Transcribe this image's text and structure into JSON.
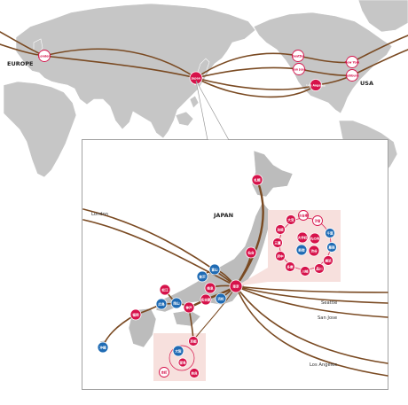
{
  "regions": {
    "europe": "EUROPE",
    "usa": "USA",
    "japan": "JAPAN"
  },
  "world_nodes": {
    "london": "London",
    "japan": "Japan",
    "seattle": "Seattle",
    "sanjose": "San Jose",
    "losangeles": "Los Angeles",
    "newyork": "New York",
    "ashburn": "Ashburn"
  },
  "inset_labels": {
    "london": "London",
    "seattle": "Seattle",
    "sanjose": "San Jose",
    "losangeles": "Los Angeles"
  },
  "japan_nodes": {
    "sapporo": "札幌",
    "sendai": "仙台",
    "toyama": "富山",
    "kanazawa": "金沢",
    "gifu": "岐阜",
    "nagoya": "名古屋",
    "hamamatsu": "浜松",
    "tokyo": "東京",
    "matsue": "松江",
    "hiroshima": "広島",
    "okayama": "岡山",
    "kobe": "神戸",
    "fukuoka": "福岡",
    "okinawa": "沖縄"
  },
  "kanto_box": {
    "a": "大宮",
    "b": "お台場",
    "c": "汐留",
    "d": "池袋",
    "e": "千葉",
    "f": "三鷹",
    "g": "幕張",
    "h": "府中",
    "i": "横浜",
    "j": "多摩",
    "k": "川崎",
    "l": "品川",
    "m": "大手町",
    "n": "丸の内",
    "o": "新宿",
    "p": "渋谷"
  },
  "kansai_box": {
    "kyoto": "京都",
    "osaka": "大阪",
    "dojima": "堂島",
    "nara": "奈良",
    "honmachi": "本町"
  },
  "colors": {
    "land": "#c6c6c6",
    "route": "#7a4a22",
    "node_red": "#d6124a",
    "node_blue": "#1f6bb4",
    "highlight": "#f7e0dd"
  }
}
